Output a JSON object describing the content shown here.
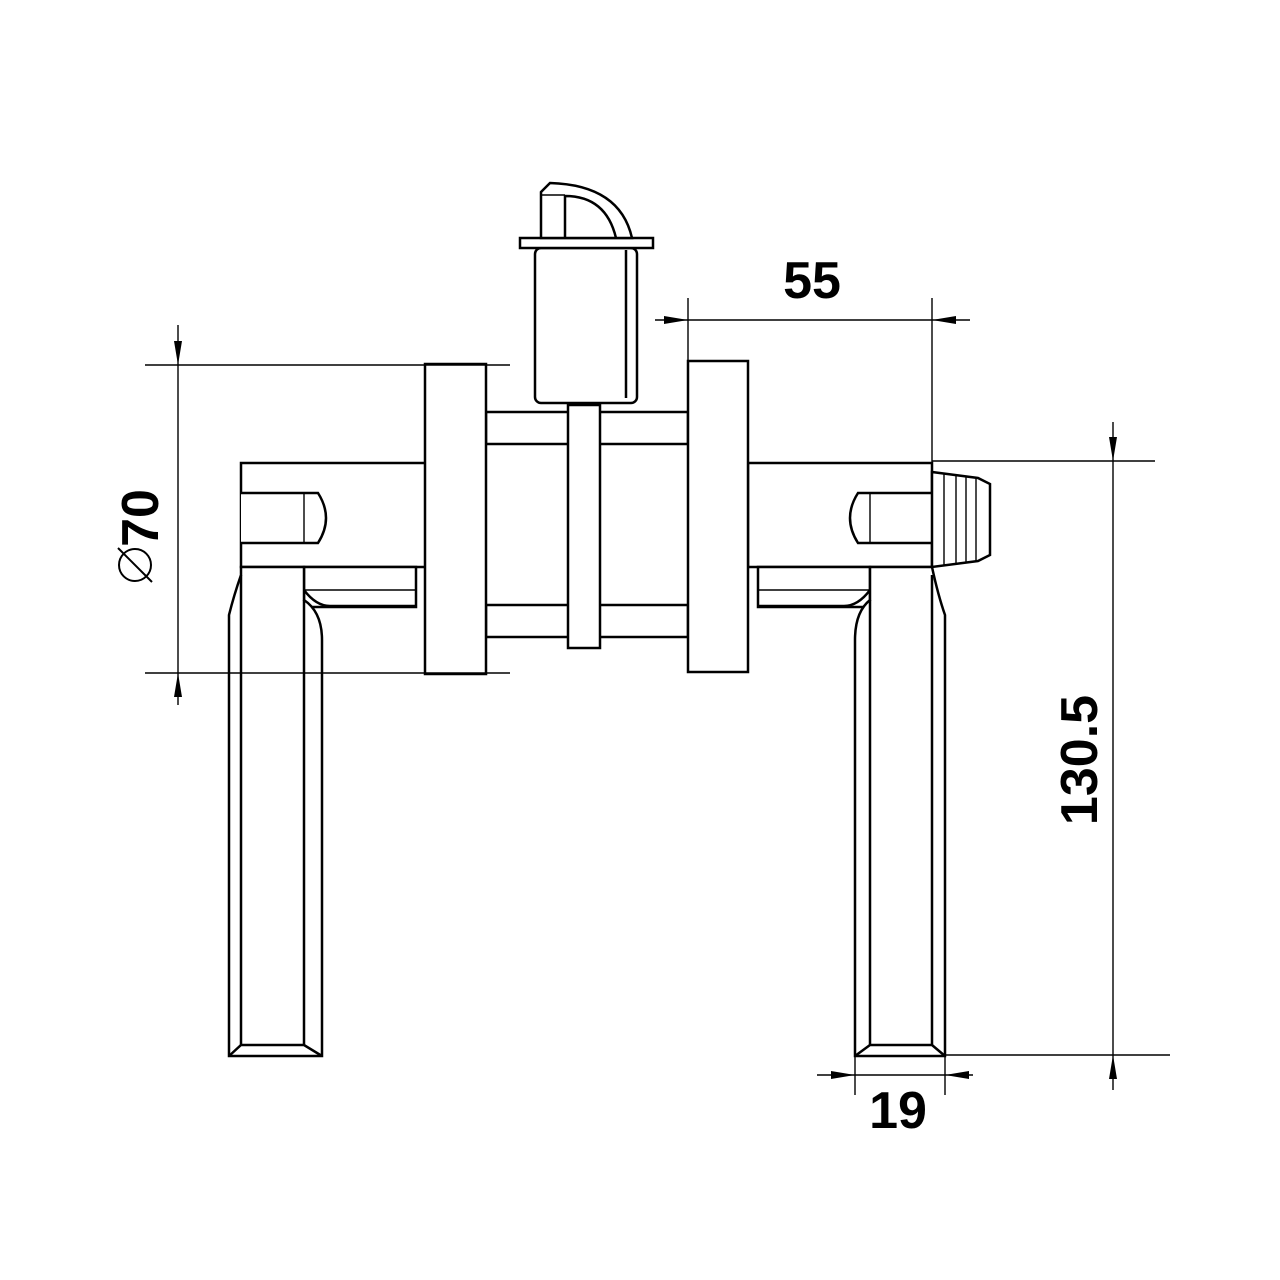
{
  "dimensions": {
    "diameter_symbol": "⌀",
    "rose_diameter": "70",
    "spindle_length": "55",
    "handle_height": "130.5",
    "handle_width": "19"
  },
  "colors": {
    "line": "#000000",
    "background": "#ffffff"
  }
}
